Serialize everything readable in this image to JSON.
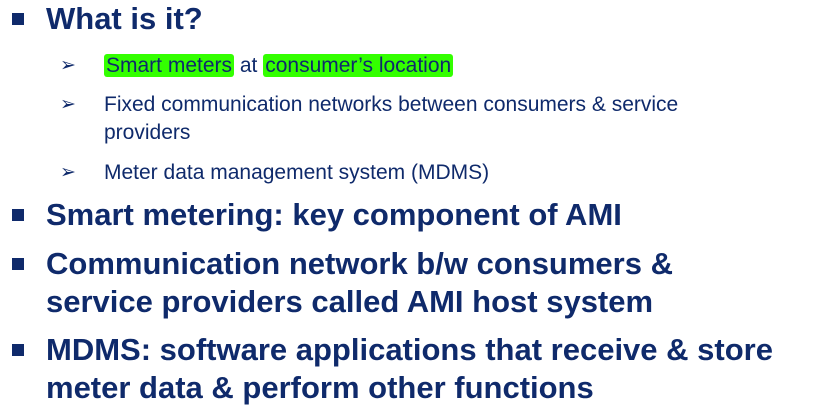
{
  "slide": {
    "bullet1": {
      "text": "What is it?",
      "sub": [
        {
          "parts": [
            {
              "text": "Smart meters",
              "highlight": true
            },
            {
              "text": " at ",
              "highlight": false
            },
            {
              "text": "consumer’s location",
              "highlight": true
            }
          ]
        },
        {
          "line1": "Fixed communication networks between consumers & service",
          "line2": "providers"
        },
        {
          "line1": "Meter data management system (MDMS)"
        }
      ]
    },
    "bullet2": {
      "line1": "Smart metering: key component of AMI"
    },
    "bullet3": {
      "line1": "Communication network b/w consumers &",
      "line2": "service providers called AMI host system"
    },
    "bullet4": {
      "line1": "MDMS: software applications that receive & store",
      "line2": "meter data & perform other functions"
    }
  },
  "colors": {
    "text": "#0f2a6b",
    "highlight": "#33ff00"
  }
}
